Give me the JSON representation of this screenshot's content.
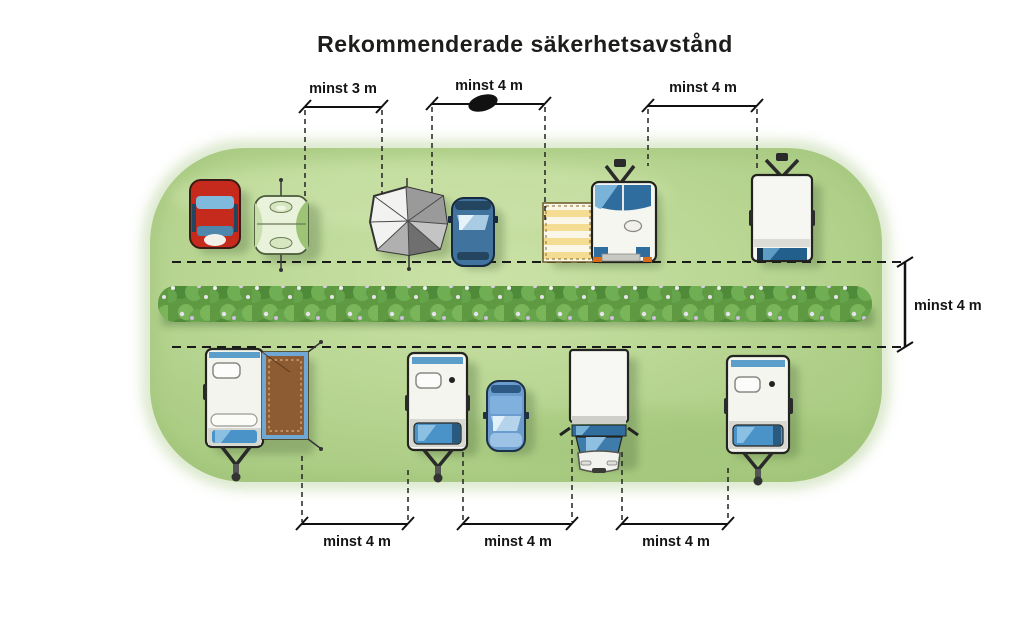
{
  "title": "Rekommenderade säkerhetsavstånd",
  "measurements": {
    "top": [
      {
        "label": "minst 3 m"
      },
      {
        "label": "minst 4 m"
      },
      {
        "label": "minst 4 m"
      }
    ],
    "right": {
      "label": "minst 4 m"
    },
    "bottom": [
      {
        "label": "minst 4 m"
      },
      {
        "label": "minst 4 m"
      },
      {
        "label": "minst 4 m"
      }
    ]
  },
  "scene": {
    "field": "camping-field",
    "hedge": "flowering-hedge",
    "top_row": [
      "red-car",
      "green-tent",
      "grey-dome-tent",
      "blue-car",
      "caravan-with-yellow-striped-awning",
      "white-caravan"
    ],
    "bottom_row": [
      "caravan-with-brown-awning",
      "white-caravan",
      "light-blue-car",
      "motorhome",
      "white-caravan"
    ]
  },
  "colors": {
    "background": "#ffffff",
    "field_green": "#b7d591",
    "hedge_green": "#5f9a43",
    "line_black": "#1a1a1a",
    "title_text": "#1d1d1b",
    "red_car": "#c62a1c",
    "blue_car": "#4478b0",
    "awning_yellow": "#f2d88a",
    "awning_brown": "#8e5c33",
    "caravan_white": "#f5f5f0",
    "window_blue": "#2f6d9e"
  }
}
